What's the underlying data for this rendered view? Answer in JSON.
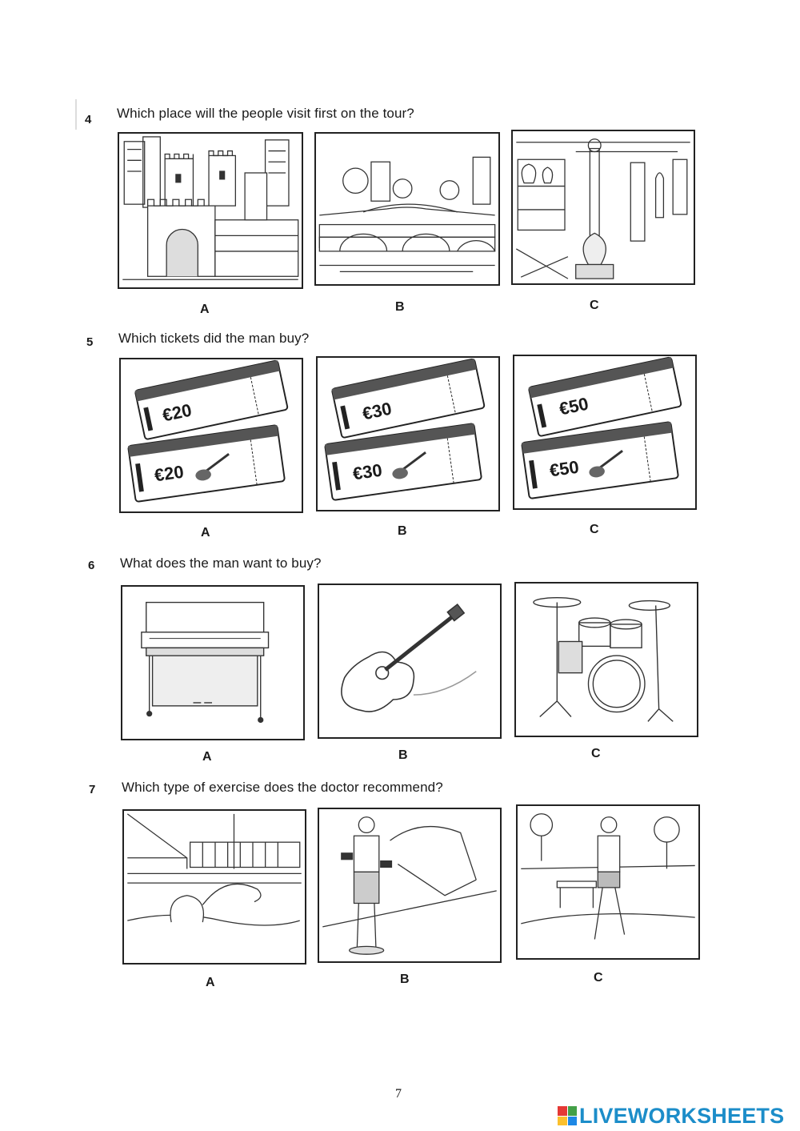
{
  "questions": [
    {
      "number": "4",
      "text": "Which place will the people visit first on the tour?",
      "options": [
        "A",
        "B",
        "C"
      ],
      "pictures": [
        "castle-gate",
        "river-bridge",
        "museum-gallery"
      ]
    },
    {
      "number": "5",
      "text": "Which tickets did the man buy?",
      "options": [
        "A",
        "B",
        "C"
      ],
      "tickets": [
        {
          "price": "€20"
        },
        {
          "price": "€30"
        },
        {
          "price": "€50"
        }
      ]
    },
    {
      "number": "6",
      "text": "What does the man want to buy?",
      "options": [
        "A",
        "B",
        "C"
      ],
      "pictures": [
        "piano",
        "guitar",
        "drum-kit"
      ]
    },
    {
      "number": "7",
      "text": "Which type of exercise does the doctor recommend?",
      "options": [
        "A",
        "B",
        "C"
      ],
      "pictures": [
        "swimming",
        "gym-weights",
        "jogging-park"
      ]
    }
  ],
  "page_number": "7",
  "brand": {
    "name": "LIVEWORKSHEETS",
    "color": "#1c8dc9",
    "logo_colors": [
      "#e53935",
      "#43a047",
      "#fbc02d",
      "#1e88e5"
    ]
  }
}
